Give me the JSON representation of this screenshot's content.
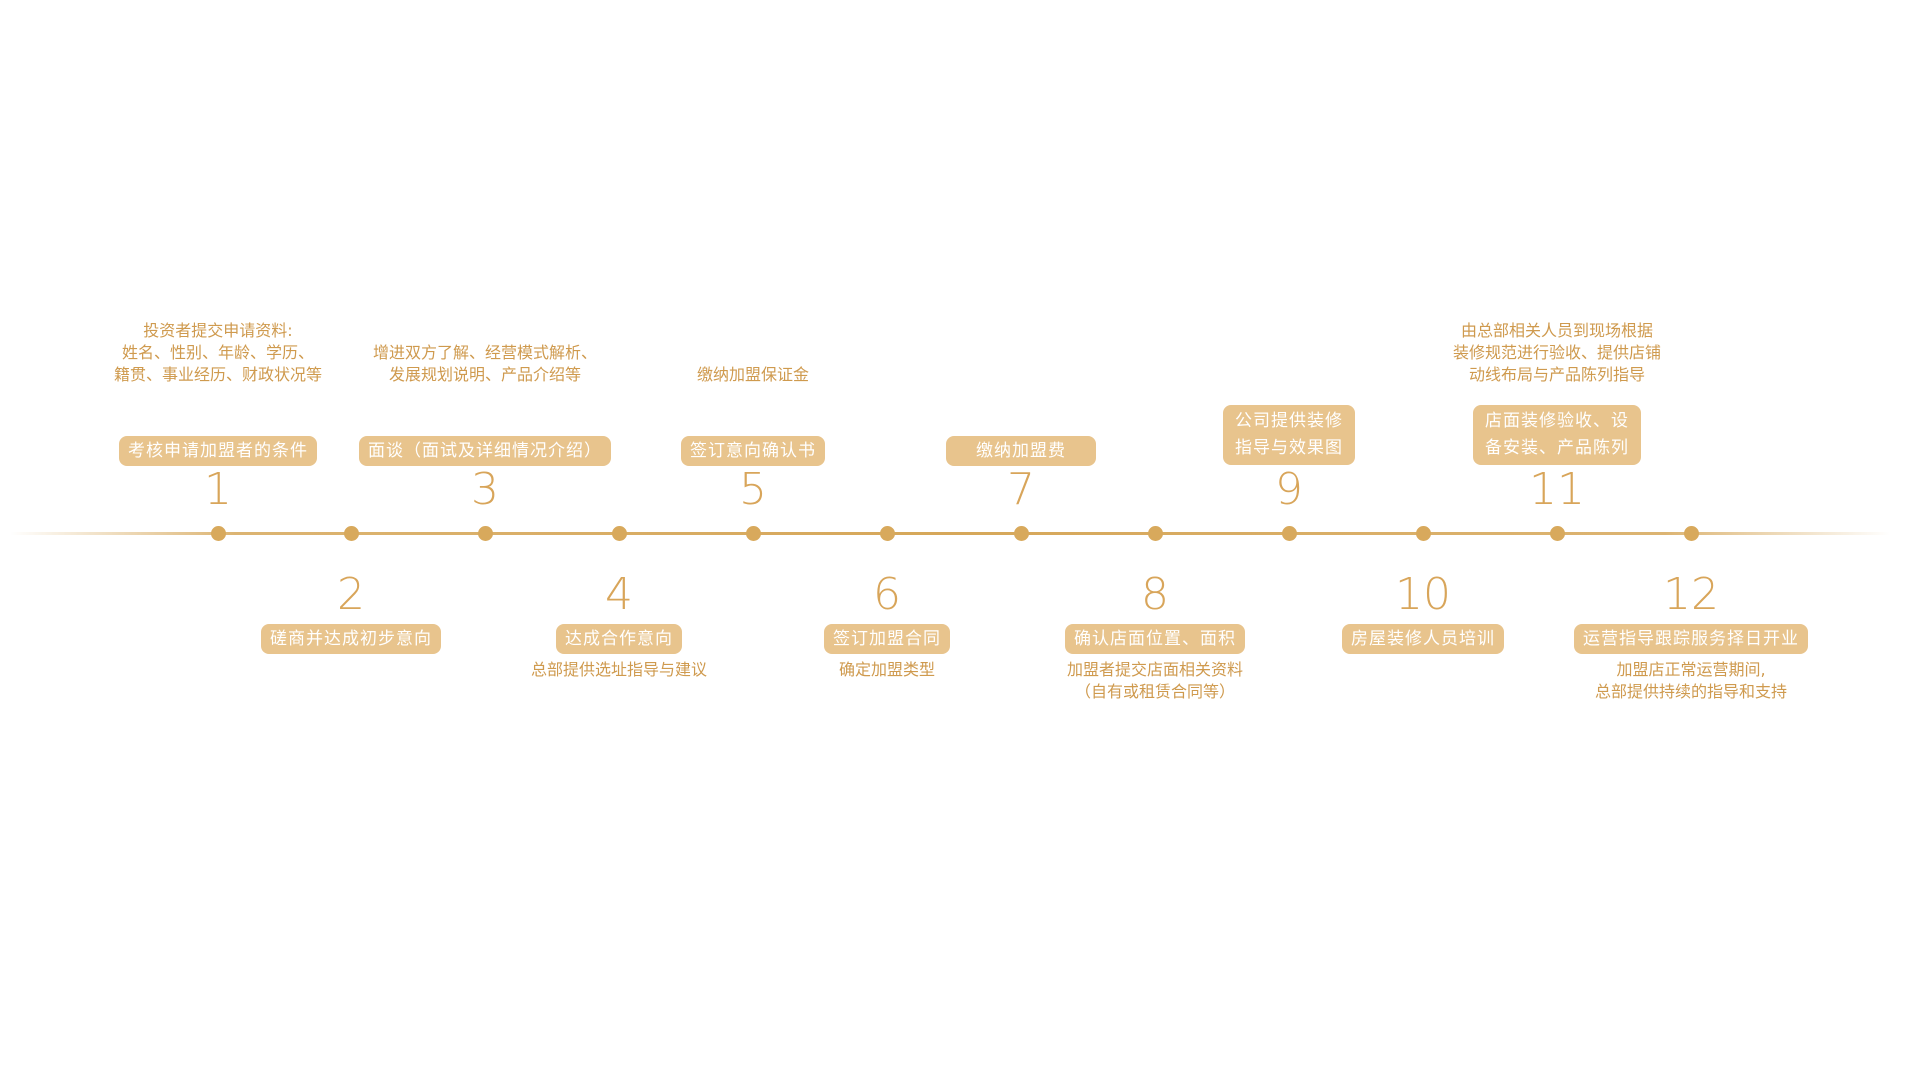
{
  "steps": [
    {
      "number": "1",
      "label": "考核申请加盟者的条件",
      "desc": "投资者提交申请资料:\n姓名、性别、年龄、学历、\n籍贯、事业经历、财政状况等"
    },
    {
      "number": "2",
      "label": "磋商并达成初步意向",
      "desc": ""
    },
    {
      "number": "3",
      "label": "面谈（面试及详细情况介绍）",
      "desc": "增进双方了解、经营模式解析、\n发展规划说明、产品介绍等"
    },
    {
      "number": "4",
      "label": "达成合作意向",
      "desc": "总部提供选址指导与建议"
    },
    {
      "number": "5",
      "label": "签订意向确认书",
      "desc": "缴纳加盟保证金"
    },
    {
      "number": "6",
      "label": "签订加盟合同",
      "desc": "确定加盟类型"
    },
    {
      "number": "7",
      "label": "缴纳加盟费",
      "desc": ""
    },
    {
      "number": "8",
      "label": "确认店面位置、面积",
      "desc": "加盟者提交店面相关资料\n（自有或租赁合同等）"
    },
    {
      "number": "9",
      "label": "公司提供装修\n指导与效果图",
      "desc": ""
    },
    {
      "number": "10",
      "label": "房屋装修人员培训",
      "desc": ""
    },
    {
      "number": "11",
      "label": "店面装修验收、设\n备安装、产品陈列",
      "desc": "由总部相关人员到现场根据\n装修规范进行验收、提供店铺\n动线布局与产品陈列指导"
    },
    {
      "number": "12",
      "label": "运营指导跟踪服务择日开业",
      "desc": "加盟店正常运营期间,\n总部提供持续的指导和支持"
    }
  ],
  "colors": {
    "accent": "#d8a95c",
    "label_bg": "#e8c48d",
    "text": "#cf9a4e"
  }
}
